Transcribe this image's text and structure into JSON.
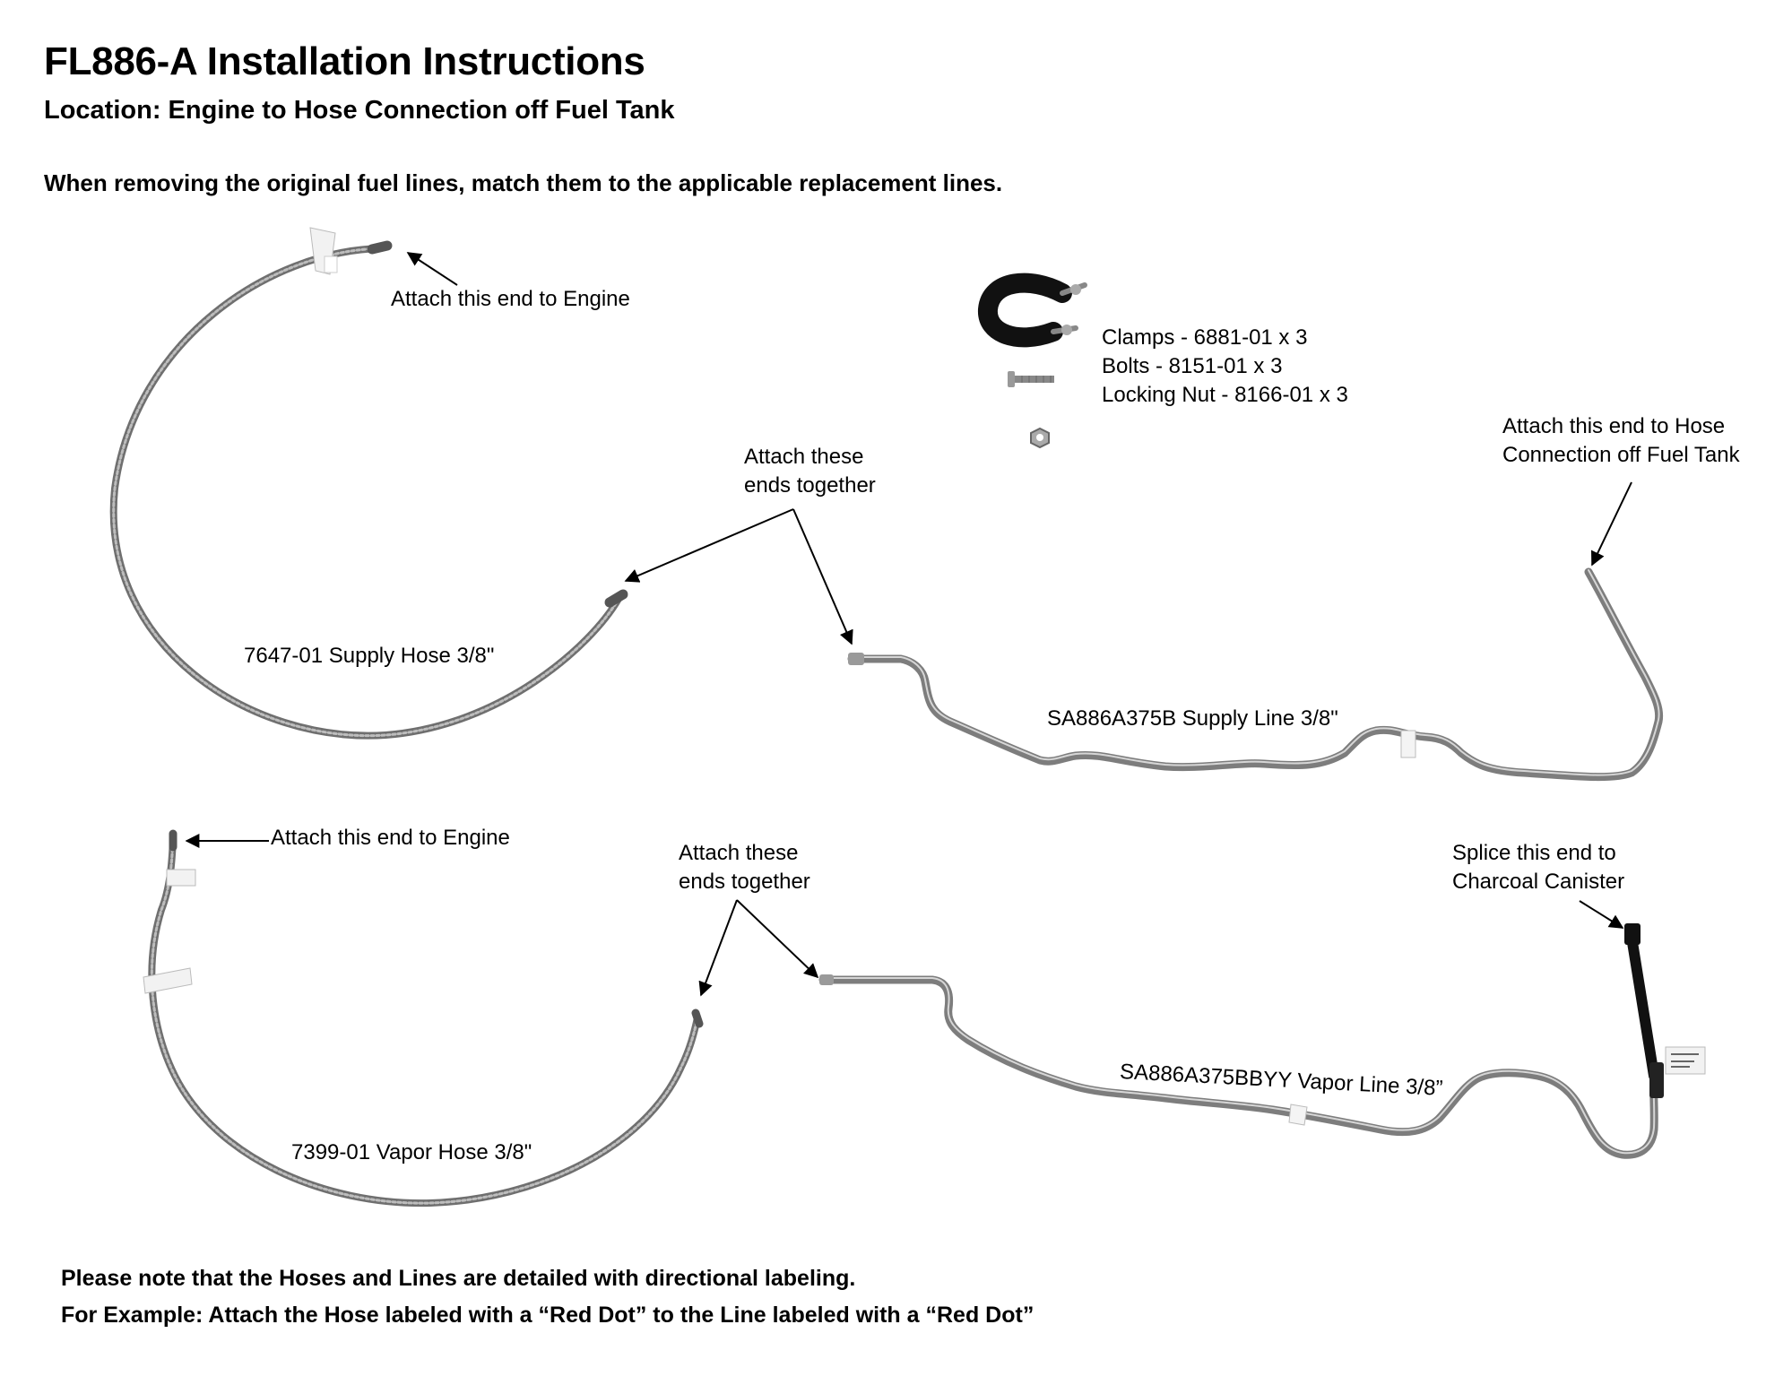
{
  "header": {
    "title": "FL886-A Installation Instructions",
    "location": "Location: Engine to Hose Connection off Fuel Tank",
    "intro": "When removing the original fuel lines, match them to the applicable replacement lines."
  },
  "supply_section": {
    "hose_engine_callout": "Attach this end to Engine",
    "join_callout": [
      "Attach these",
      "ends together"
    ],
    "hose_label": "7647-01 Supply Hose 3/8\"",
    "line_label": "SA886A375B Supply Line 3/8\"",
    "tank_callout": [
      "Attach this end to Hose",
      "Connection off Fuel Tank"
    ]
  },
  "hardware": {
    "items": [
      "Clamps - 6881-01 x 3",
      "Bolts - 8151-01 x 3",
      "Locking Nut - 8166-01 x 3"
    ]
  },
  "vapor_section": {
    "hose_engine_callout": "Attach this end to Engine",
    "join_callout": [
      "Attach these",
      "ends together"
    ],
    "hose_label": "7399-01 Vapor Hose 3/8\"",
    "line_label": "SA886A375BBYY Vapor Line 3/8”",
    "canister_callout": [
      "Splice this end to",
      "Charcoal Canister"
    ]
  },
  "notes": [
    "Please note that the Hoses and Lines are detailed with directional labeling.",
    "For Example: Attach the Hose labeled with a “Red Dot” to the Line labeled with a “Red Dot”"
  ],
  "colors": {
    "hose": "#8a8a8a",
    "line": "#7d7d7d",
    "clamp": "#111111"
  }
}
